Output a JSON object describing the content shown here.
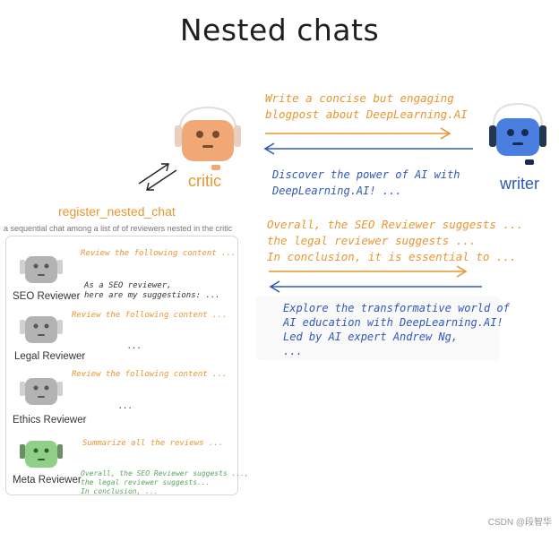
{
  "title": "Nested chats",
  "critic": {
    "label": "critic"
  },
  "writer": {
    "label": "writer"
  },
  "register_label": "register_nested_chat",
  "sequential_label": "a sequential chat among a list of of reviewers nested in the critic",
  "messages": {
    "to_writer": [
      "Write a concise but engaging",
      "blogpost about DeepLearning.AI"
    ],
    "writer_reply_1": [
      "Discover the power of AI with",
      "DeepLearning.AI! ..."
    ],
    "critic_feedback": [
      "Overall, the SEO Reviewer suggests ...",
      "the legal reviewer suggests ...",
      "In conclusion, it is essential to ..."
    ],
    "writer_reply_2": [
      "Explore the transformative world of",
      "AI education with DeepLearning.AI!",
      "Led by AI expert Andrew Ng,",
      "..."
    ]
  },
  "reviewers": [
    {
      "name": "SEO Reviewer",
      "request": "Review the following content ...",
      "reply": [
        "As a SEO reviewer,",
        "here are my suggestions: ..."
      ]
    },
    {
      "name": "Legal Reviewer",
      "request": "Review the following content ...",
      "reply": [
        "..."
      ]
    },
    {
      "name": "Ethics Reviewer",
      "request": "Review the following content ...",
      "reply": [
        "..."
      ]
    },
    {
      "name": "Meta Reviewer",
      "request": "Summarize all the reviews ...",
      "reply": [
        "Overall, the SEO Reviewer suggests ...,",
        "the legal reviewer suggests...",
        "In conclusion, ..."
      ]
    }
  ],
  "watermark": "CSDN @段智华",
  "colors": {
    "critic": "#f0a877",
    "writer": "#4a7fe0",
    "reviewer": "#b3b3b3",
    "meta": "#8fcf88",
    "orange_text": "#e8962e",
    "blue_text": "#2f58b8",
    "green_text": "#5aa45c"
  }
}
